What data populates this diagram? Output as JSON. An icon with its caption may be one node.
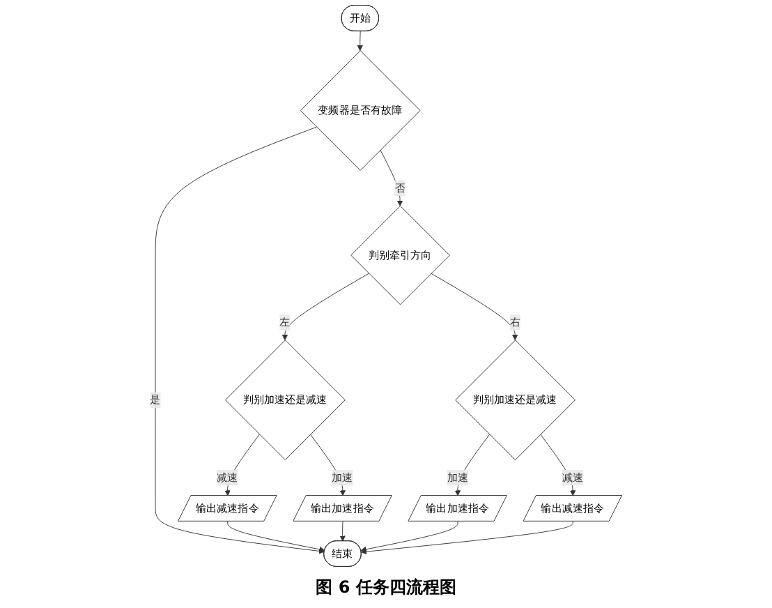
{
  "diagram": {
    "caption": "图 6 任务四流程图",
    "nodes": [
      {
        "text": [
          "开始"
        ]
      },
      {
        "text": [
          "变频器是否有故障"
        ]
      },
      {
        "text": [
          "判别牵引方向"
        ]
      },
      {
        "text": [
          "判别加速还是减速"
        ]
      },
      {
        "text": [
          "判别加速还是减速"
        ]
      },
      {
        "text": [
          "输出减速指令"
        ]
      },
      {
        "text": [
          "输出加速指令"
        ]
      },
      {
        "text": [
          "输出加速指令"
        ]
      },
      {
        "text": [
          "输出减速指令"
        ]
      },
      {
        "text": [
          "结束"
        ]
      }
    ],
    "edges": [
      {
        "from": 0,
        "to": 1,
        "arrow": "to"
      },
      {
        "from": 1,
        "to": 2,
        "arrow": "to",
        "label": "否"
      },
      {
        "from": 1,
        "to": 9,
        "arrow": "to",
        "label": "是"
      },
      {
        "from": 2,
        "to": 3,
        "arrow": "to",
        "label": "左"
      },
      {
        "from": 2,
        "to": 4,
        "arrow": "to",
        "label": "右"
      },
      {
        "from": 3,
        "to": 5,
        "arrow": "to",
        "label": "减速"
      },
      {
        "from": 3,
        "to": 6,
        "arrow": "to",
        "label": "加速"
      },
      {
        "from": 4,
        "to": 7,
        "arrow": "to",
        "label": "加速"
      },
      {
        "from": 4,
        "to": 8,
        "arrow": "to",
        "label": "减速"
      },
      {
        "from": 5,
        "to": 9,
        "arrow": "to"
      },
      {
        "from": 6,
        "to": 9,
        "arrow": "to"
      },
      {
        "from": 7,
        "to": 9,
        "arrow": "to"
      },
      {
        "from": 8,
        "to": 9,
        "arrow": "to"
      }
    ]
  }
}
